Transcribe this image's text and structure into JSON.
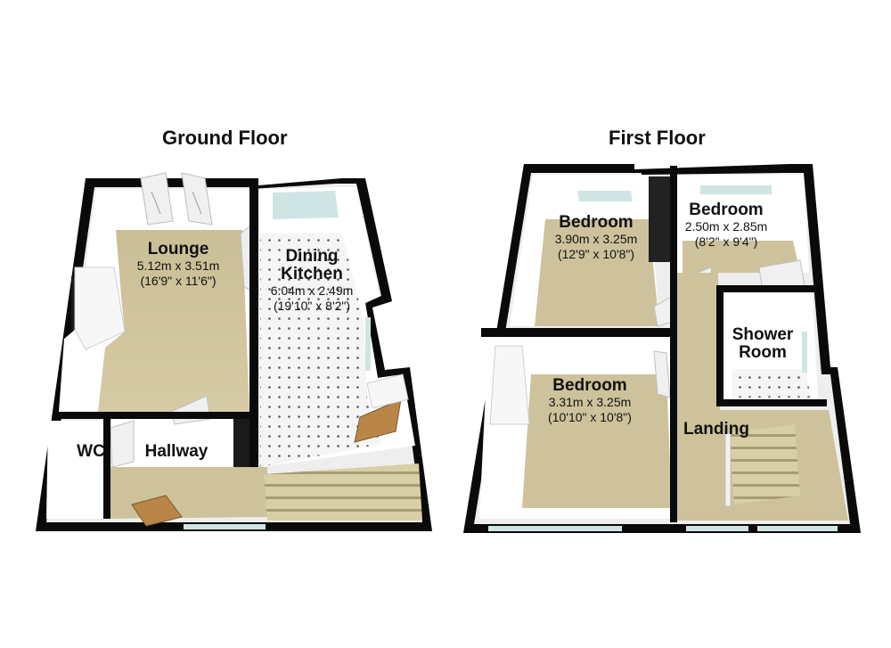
{
  "floors": [
    {
      "title": "Ground Floor",
      "rooms": [
        {
          "name": "Lounge",
          "metric": "5.12m x 3.51m",
          "imperial": "(16'9\" x 11'6\")"
        },
        {
          "name_line1": "Dining",
          "name_line2": "Kitchen",
          "metric": "6.04m x 2.49m",
          "imperial": "(19'10\" x 8'2\")"
        },
        {
          "name": "WC"
        },
        {
          "name": "Hallway"
        }
      ]
    },
    {
      "title": "First Floor",
      "rooms": [
        {
          "name": "Bedroom",
          "metric": "3.90m x 3.25m",
          "imperial": "(12'9\" x 10'8\")"
        },
        {
          "name": "Bedroom",
          "metric": "2.50m x 2.85m",
          "imperial": "(8'2\" x 9'4\")"
        },
        {
          "name_line1": "Shower",
          "name_line2": "Room"
        },
        {
          "name": "Bedroom",
          "metric": "3.31m x 3.25m",
          "imperial": "(10'10\" x 10'8\")"
        },
        {
          "name": "Landing"
        }
      ]
    }
  ],
  "colors": {
    "wall": "#0a0a0a",
    "wall_face": "#f4f4f4",
    "carpet": "#cdc29b",
    "tile_floor": "#f2f2f2",
    "window_glass": "#cfe5e4",
    "door_wood": "#b98647"
  }
}
